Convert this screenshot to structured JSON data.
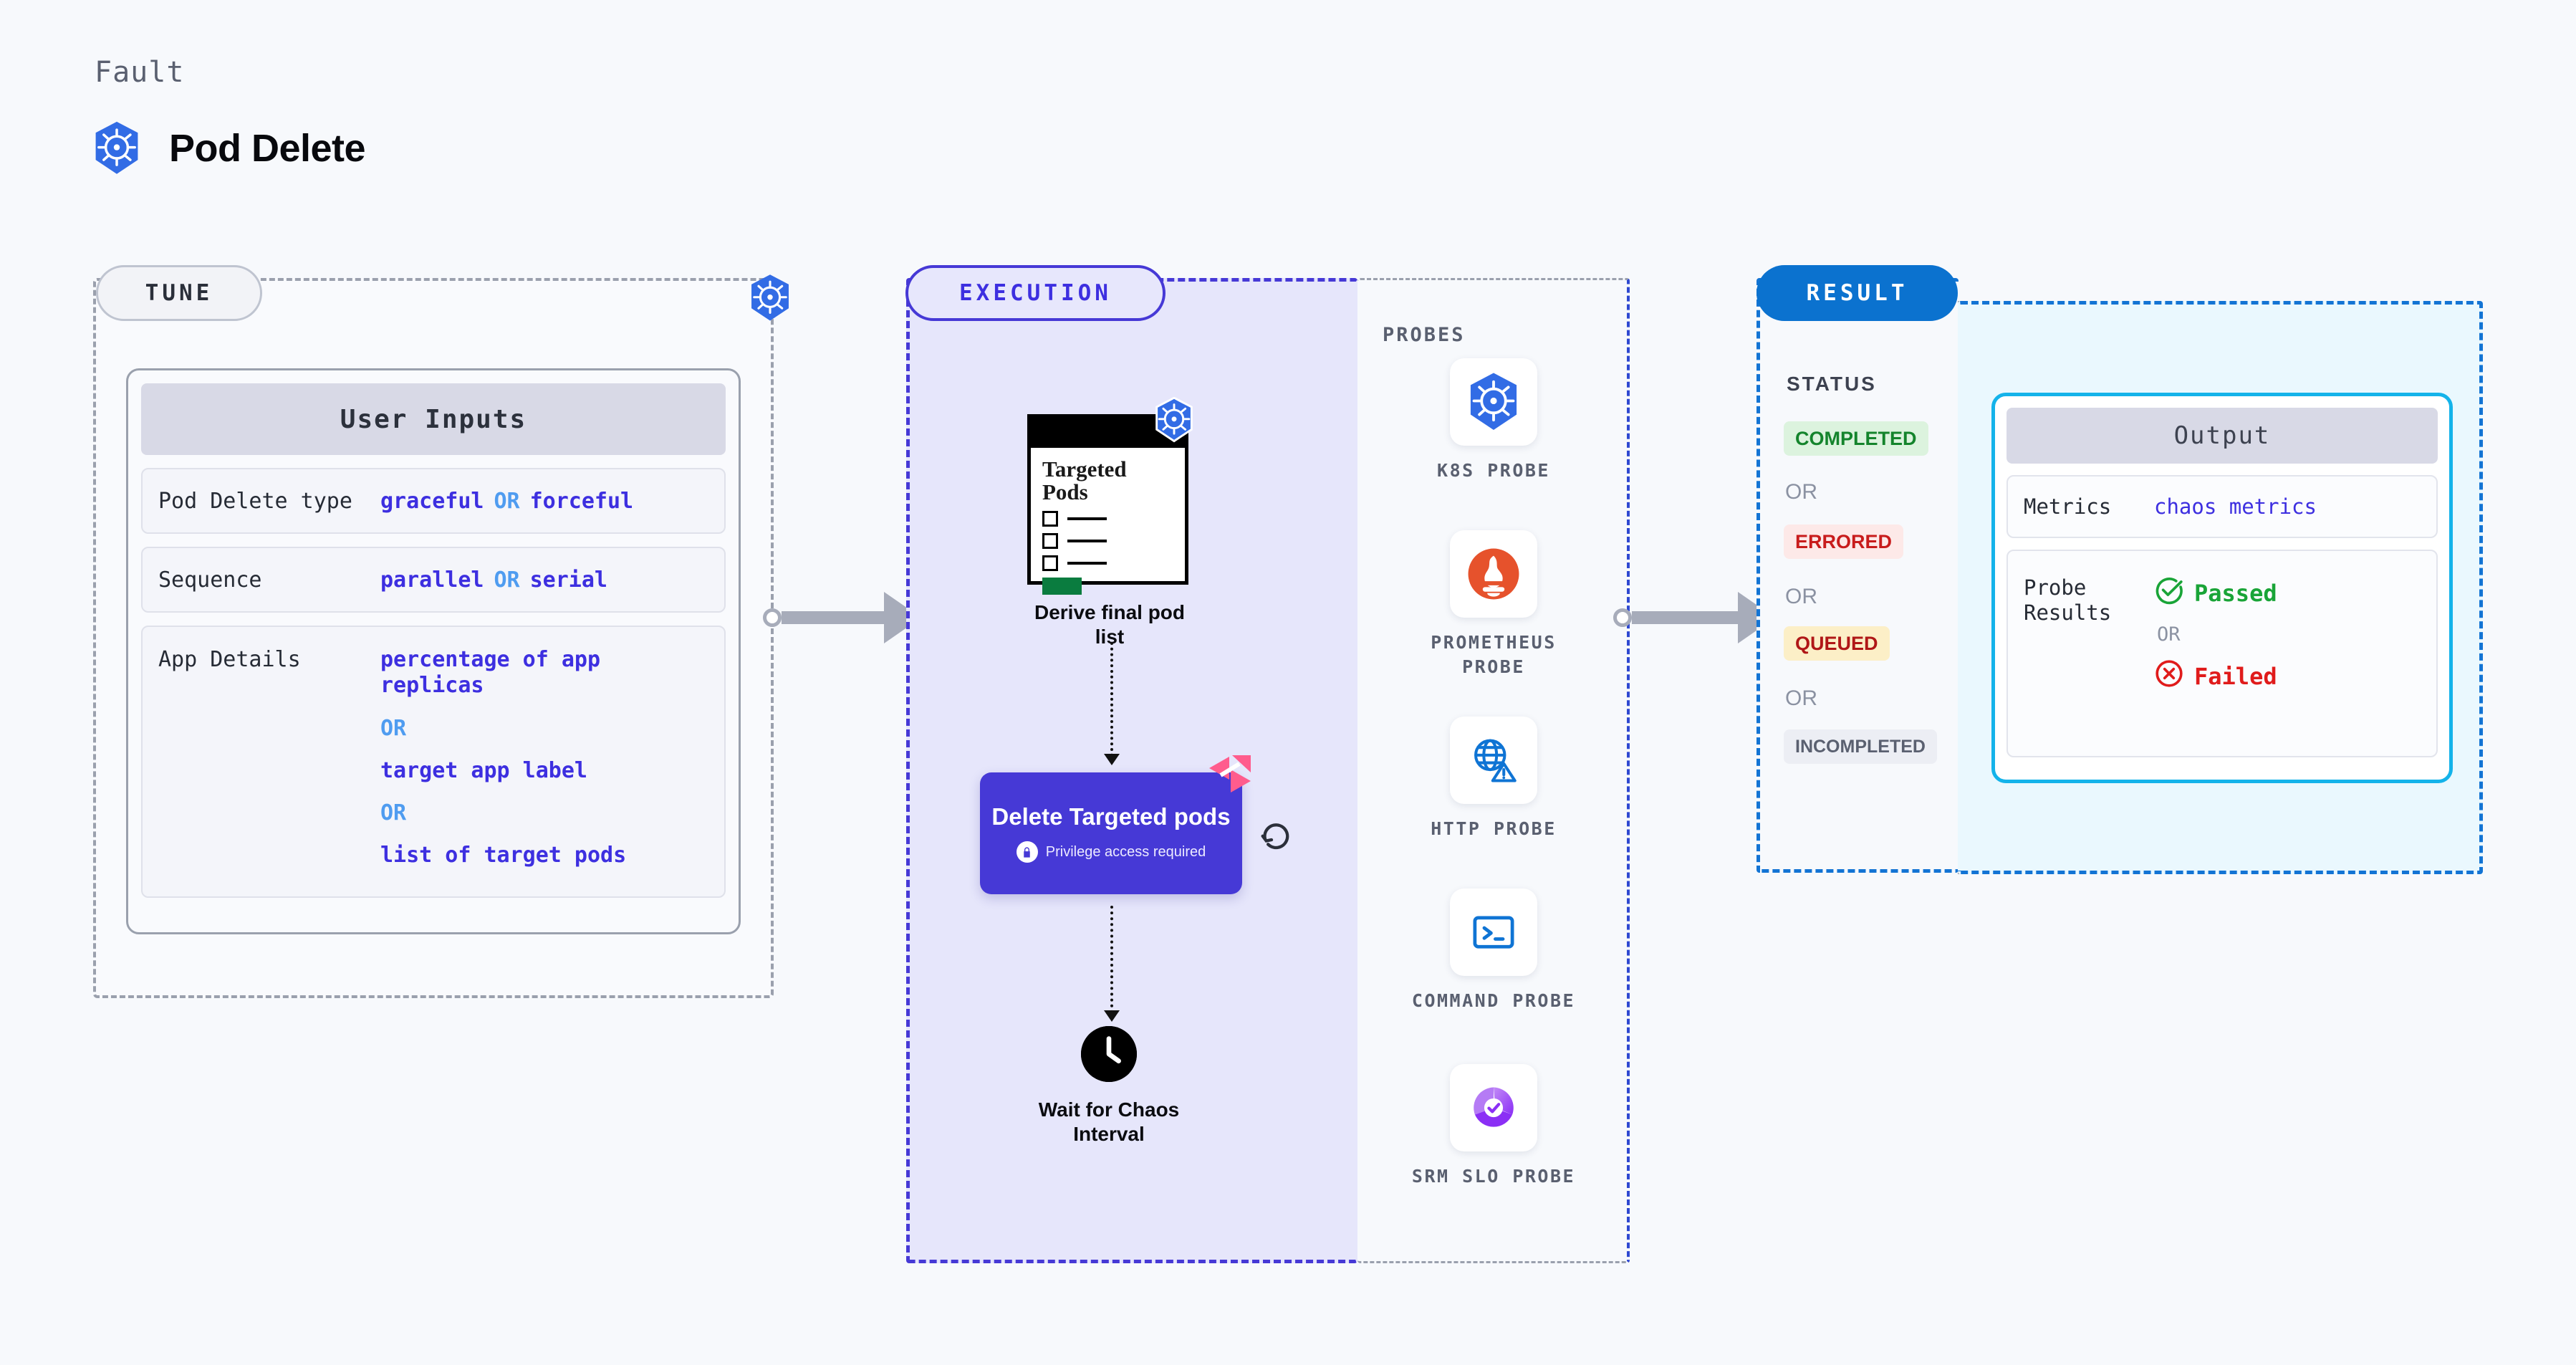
{
  "header": {
    "fault_label": "Fault",
    "fault_title": "Pod Delete",
    "icon": "kubernetes-icon"
  },
  "tune": {
    "chip_label": "TUNE",
    "badge_icon": "kubernetes-icon",
    "card": {
      "title": "User Inputs",
      "rows": [
        {
          "key": "Pod Delete type",
          "values": [
            "graceful",
            "forceful"
          ],
          "or": "OR"
        },
        {
          "key": "Sequence",
          "values": [
            "parallel",
            "serial"
          ],
          "or": "OR"
        },
        {
          "key": "App Details",
          "values": [
            "percentage of app replicas",
            "target app label",
            "list of target pods"
          ],
          "or": "OR"
        }
      ]
    }
  },
  "execution": {
    "chip_label": "EXECUTION",
    "nodes": [
      {
        "id": "derive-pod-list",
        "caption": "Derive final pod list",
        "card_title": "Targeted Pods",
        "badge_icon": "kubernetes-icon",
        "checklist_rows": 3
      },
      {
        "id": "delete-targeted-pods",
        "title": "Delete Targeted pods",
        "privilege_note": "Privilege access required",
        "lock_icon": "lock-icon",
        "chaos_icon": "chaos-mark-icon",
        "retry_icon": "retry-icon",
        "accent": "#4639d6"
      },
      {
        "id": "wait-chaos-interval",
        "caption": "Wait for Chaos Interval",
        "icon": "clock-icon"
      }
    ]
  },
  "probes": {
    "title": "PROBES",
    "items": [
      {
        "label": "K8S PROBE",
        "icon": "kubernetes-icon"
      },
      {
        "label": "PROMETHEUS PROBE",
        "icon": "prometheus-icon"
      },
      {
        "label": "HTTP PROBE",
        "icon": "http-globe-icon"
      },
      {
        "label": "COMMAND PROBE",
        "icon": "terminal-icon"
      },
      {
        "label": "SRM SLO PROBE",
        "icon": "srm-slo-icon"
      }
    ]
  },
  "result": {
    "chip_label": "RESULT",
    "status_title": "STATUS",
    "or_label": "OR",
    "statuses": [
      {
        "label": "COMPLETED",
        "color": "#14842c",
        "bg": "#dcf3de"
      },
      {
        "label": "ERRORED",
        "color": "#c81c1c",
        "bg": "#fde9e8"
      },
      {
        "label": "QUEUED",
        "color": "#b01717",
        "bg": "#fcefc7"
      },
      {
        "label": "INCOMPLETED",
        "color": "#5a6070",
        "bg": "#eceef4"
      }
    ],
    "output": {
      "title": "Output",
      "metrics_key": "Metrics",
      "metrics_value": "chaos metrics",
      "probe_key": "Probe Results",
      "passed_label": "Passed",
      "failed_label": "Failed",
      "or_label": "OR",
      "pass_icon": "check-circle-icon",
      "fail_icon": "x-circle-icon"
    }
  },
  "colors": {
    "background": "#f7f9fc",
    "execution_bg": "#e6e6fb",
    "execution_border": "#4639d6",
    "result_border": "#1374d4",
    "output_bg": "#eaf8fe",
    "output_card_border": "#14b3ea",
    "kubernetes_blue": "#326ce5",
    "chaos_pink": "#ff5c8d"
  }
}
